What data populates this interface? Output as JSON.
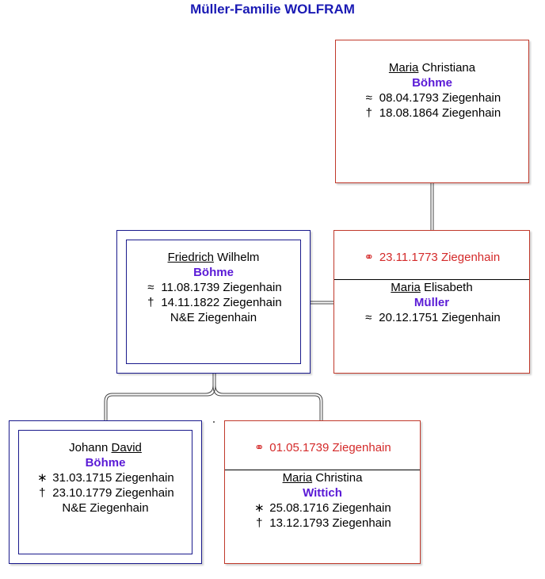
{
  "title": "Müller-Familie WOLFRAM",
  "people": {
    "maria_christiana": {
      "given_underlined": "Maria",
      "given_rest": "Christiana",
      "surname": "Böhme",
      "events": [
        {
          "symbol": "≈",
          "text": "08.04.1793 Ziegenhain"
        },
        {
          "symbol": "†",
          "text": "18.08.1864 Ziegenhain"
        }
      ]
    },
    "friedrich_wilhelm": {
      "given_underlined": "Friedrich",
      "given_rest": "Wilhelm",
      "surname": "Böhme",
      "events": [
        {
          "symbol": "≈",
          "text": "11.08.1739 Ziegenhain"
        },
        {
          "symbol": "†",
          "text": "14.11.1822 Ziegenhain"
        }
      ],
      "note": "N&E Ziegenhain"
    },
    "maria_elisabeth": {
      "marriage_symbol": "⚭",
      "marriage": "23.11.1773 Ziegenhain",
      "given_underlined": "Maria",
      "given_rest": "Elisabeth",
      "surname": "Müller",
      "events": [
        {
          "symbol": "≈",
          "text": "20.12.1751 Ziegenhain"
        }
      ]
    },
    "johann_david": {
      "given_pre": "Johann",
      "given_underlined": "David",
      "surname": "Böhme",
      "events": [
        {
          "symbol": "∗",
          "text": "31.03.1715 Ziegenhain"
        },
        {
          "symbol": "†",
          "text": "23.10.1779 Ziegenhain"
        }
      ],
      "note": "N&E Ziegenhain"
    },
    "maria_christina": {
      "marriage_symbol": "⚭",
      "marriage": "01.05.1739 Ziegenhain",
      "given_underlined": "Maria",
      "given_rest": "Christina",
      "surname": "Wittich",
      "events": [
        {
          "symbol": "∗",
          "text": "25.08.1716 Ziegenhain"
        },
        {
          "symbol": "†",
          "text": "13.12.1793 Ziegenhain"
        }
      ]
    }
  },
  "colors": {
    "title": "#1a1ab4",
    "surname": "#5a1ad6",
    "marriage": "#d42a2a",
    "red_border": "#c0392b",
    "blue_border": "#1a1a8c"
  }
}
